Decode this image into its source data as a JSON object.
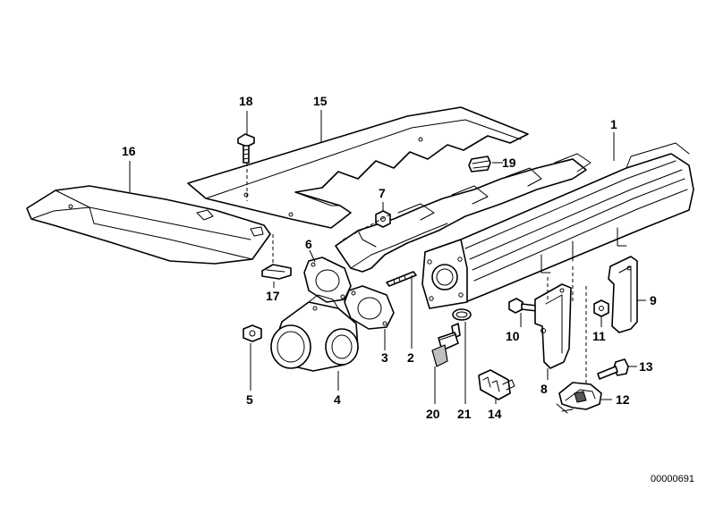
{
  "diagram": {
    "document_number": "00000691",
    "callouts": {
      "p1": "1",
      "p2": "2",
      "p3": "3",
      "p4": "4",
      "p5": "5",
      "p6": "6",
      "p7": "7",
      "p8": "8",
      "p9": "9",
      "p10": "10",
      "p11": "11",
      "p12": "12",
      "p13": "13",
      "p14": "14",
      "p15": "15",
      "p16": "16",
      "p17": "17",
      "p18": "18",
      "p19": "19",
      "p20": "20",
      "p21": "21"
    }
  }
}
